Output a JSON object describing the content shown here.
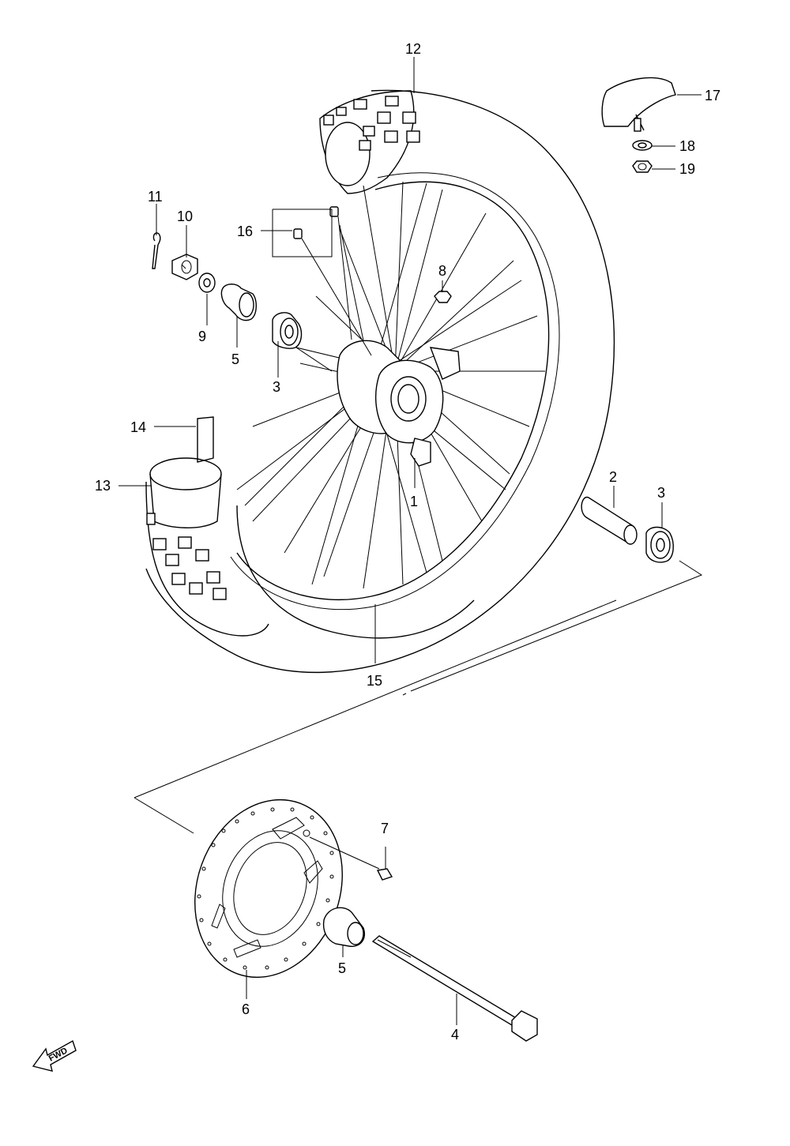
{
  "diagram": {
    "callouts": [
      {
        "id": "c1",
        "label": "1"
      },
      {
        "id": "c2",
        "label": "2"
      },
      {
        "id": "c3a",
        "label": "3"
      },
      {
        "id": "c3b",
        "label": "3"
      },
      {
        "id": "c4",
        "label": "4"
      },
      {
        "id": "c5a",
        "label": "5"
      },
      {
        "id": "c5b",
        "label": "5"
      },
      {
        "id": "c6",
        "label": "6"
      },
      {
        "id": "c7",
        "label": "7"
      },
      {
        "id": "c8",
        "label": "8"
      },
      {
        "id": "c9",
        "label": "9"
      },
      {
        "id": "c10",
        "label": "10"
      },
      {
        "id": "c11",
        "label": "11"
      },
      {
        "id": "c12",
        "label": "12"
      },
      {
        "id": "c13",
        "label": "13"
      },
      {
        "id": "c14",
        "label": "14"
      },
      {
        "id": "c15",
        "label": "15"
      },
      {
        "id": "c16",
        "label": "16"
      },
      {
        "id": "c17",
        "label": "17"
      },
      {
        "id": "c18",
        "label": "18"
      },
      {
        "id": "c19",
        "label": "19"
      }
    ],
    "fwd_label": "FWD"
  }
}
